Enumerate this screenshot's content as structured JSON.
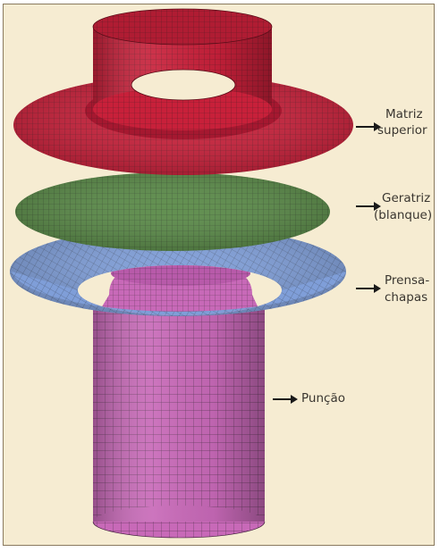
{
  "labels": {
    "matriz_line1": "Matriz",
    "matriz_line2": "superior",
    "geratriz_line1": "Geratriz",
    "geratriz_line2": "(blanque)",
    "prensa_line1": "Prensa-",
    "prensa_line2": "chapas",
    "puncao": "Punção"
  },
  "colors": {
    "background": "#f6ecd2",
    "matriz": "#c8203a",
    "geratriz": "#5a8a48",
    "prensa_chapas": "#7f9ed8",
    "puncao": "#c869b8",
    "mesh_line": "#1c1c1c"
  }
}
